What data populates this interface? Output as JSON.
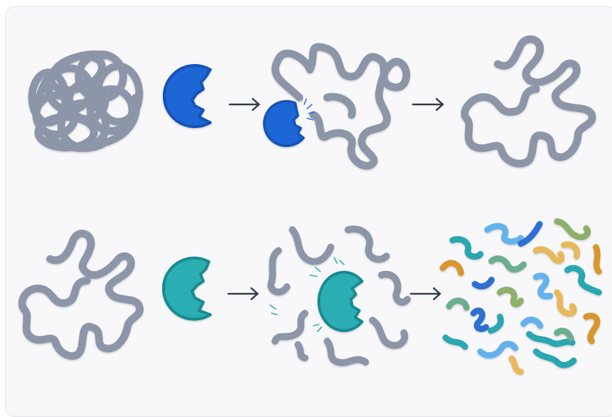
{
  "figure": {
    "rows": [
      {
        "row_name": "top-row",
        "enzyme_color": "#1f66d6",
        "enzyme_dark": "#1553b5",
        "steps": [
          "tangled-protein",
          "blue-enzyme",
          "arrow",
          "unfolding-protein",
          "arrow",
          "unfolded-chain"
        ]
      },
      {
        "row_name": "bottom-row",
        "enzyme_color": "#2aaeb4",
        "enzyme_dark": "#178a8f",
        "steps": [
          "unfolded-chain",
          "teal-enzyme",
          "arrow",
          "cleaving-chain",
          "arrow",
          "peptide-fragments"
        ]
      }
    ],
    "chain_color": "#8c96a8",
    "arrow_color": "#2f3b4c",
    "fragment_colors": [
      "#2aa7b0",
      "#64b2ec",
      "#2f6fd1",
      "#8fb06c",
      "#d8972e",
      "#e8b95c"
    ]
  }
}
